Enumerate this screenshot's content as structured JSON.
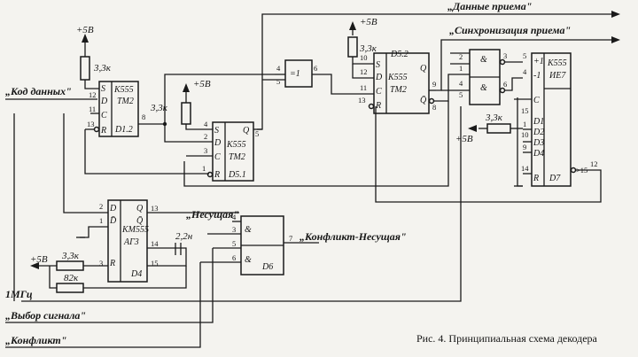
{
  "signals": {
    "kod_dannykh": "„Код данных\"",
    "dannye_priema": "„Данные приема\"",
    "sinkhronizatsiya": "„Синхронизация приема\"",
    "nesushchaya": "„Несущая\"",
    "konflikt_nesushchaya": "„Конфликт-Несущая\"",
    "vybor_signala": "„Выбор сигнала\"",
    "konflikt": "„Конфликт\"",
    "mhz": "1МГц"
  },
  "power": {
    "plus5": "+5В",
    "minus_plus5": "+5В"
  },
  "components": {
    "r1": "3,3к",
    "r2": "3,3к",
    "r3": "3,3к",
    "r4": "3,3к",
    "r5": "3,3к",
    "r6": "82к",
    "c1": "2,2н"
  },
  "chips": {
    "d12": {
      "type": "К555",
      "model": "ТМ2",
      "name": "D1.2"
    },
    "d51": {
      "type": "К555",
      "model": "ТМ2",
      "name": "D5.1"
    },
    "d52": {
      "type": "К555",
      "model": "ТМ2",
      "name": "D5.2"
    },
    "xor": {
      "sym": "=1"
    },
    "d4": {
      "type": "КМ555",
      "model": "АГ3",
      "name": "D4"
    },
    "d6": {
      "name": "D6",
      "sym": "&"
    },
    "and": {
      "sym": "&"
    },
    "d7": {
      "type": "К555",
      "model": "ИЕ7",
      "name": "D7"
    }
  },
  "pins": {
    "S": "S",
    "D": "D",
    "C": "C",
    "R": "R",
    "Q": "Q",
    "Qn": "Q̄",
    "Dn": "D̄",
    "plus1": "+1",
    "minus1": "-1",
    "D1": "D1",
    "D2": "D2",
    "D3": "D3",
    "D4": "D4",
    "n1": "1",
    "n2": "2",
    "n3": "3",
    "n4": "4",
    "n5": "5",
    "n6": "6",
    "n7": "7",
    "n8": "8",
    "n9": "9",
    "n10": "10",
    "n11": "11",
    "n12": "12",
    "n13": "13",
    "n14": "14",
    "n15": "15",
    "g15": ">15"
  },
  "caption": "Рис. 4. Принципиальная схема декодера"
}
